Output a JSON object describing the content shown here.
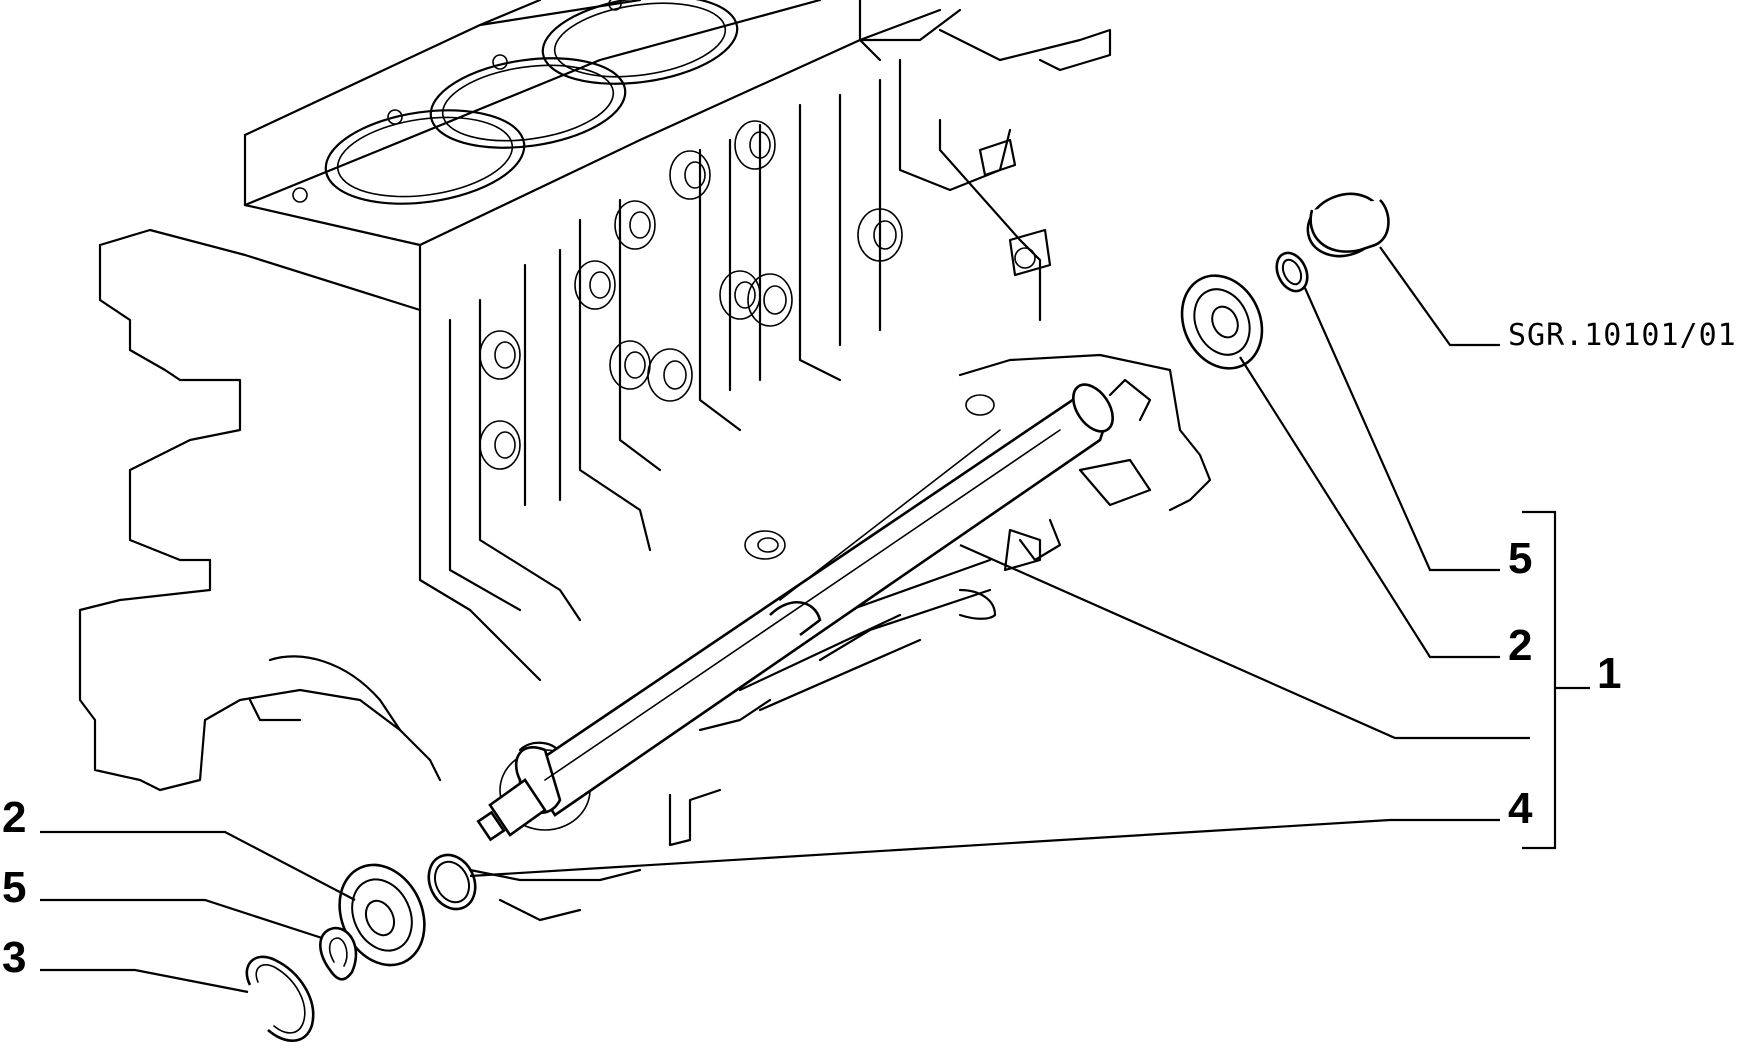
{
  "diagram": {
    "reference_code": "SGR.10101/01",
    "group_bracket_label": "1",
    "callouts_right": [
      {
        "id": "cap",
        "label": ""
      },
      {
        "id": "snap-ring-right",
        "label": "5"
      },
      {
        "id": "bearing-right",
        "label": "2"
      },
      {
        "id": "shaft",
        "label": "4"
      }
    ],
    "callouts_left": [
      {
        "id": "bearing-left",
        "label": "2"
      },
      {
        "id": "snap-ring-left",
        "label": "5"
      },
      {
        "id": "circlip-left",
        "label": "3"
      }
    ]
  }
}
